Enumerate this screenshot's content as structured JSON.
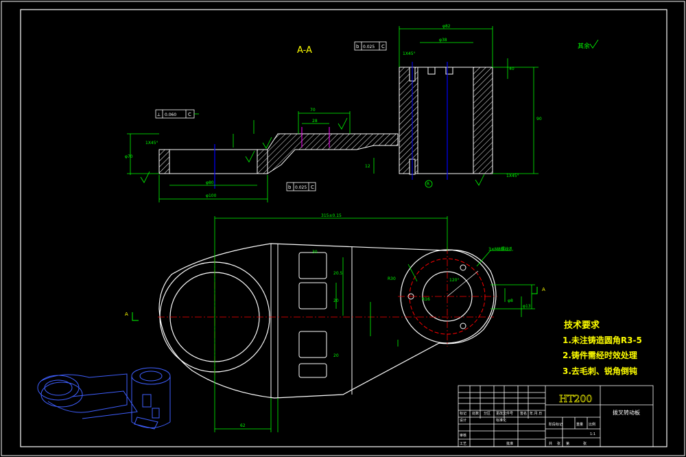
{
  "drawing": {
    "section_label": "A-A",
    "detail_label": "R",
    "view_marker_left": "A",
    "view_marker_right": "A"
  },
  "tolerance_frames": [
    {
      "symbol": "⟂",
      "value": "0.060",
      "datum": "C"
    },
    {
      "symbol": "b",
      "value": "0.025",
      "datum": "C"
    },
    {
      "symbol": "b",
      "value": "0.025",
      "datum": "C"
    }
  ],
  "roughness_note": "其余",
  "tech_requirements": {
    "title": "技术要求",
    "items": [
      "1.未注铸造圆角R3-5",
      "2.铸件需经时效处理",
      "3.去毛刺、锐角倒钝"
    ]
  },
  "title_block": {
    "material": "HT200",
    "part_name": "拨叉转动板",
    "header_cells": [
      "标记",
      "处数",
      "分区",
      "更改文件号",
      "签名",
      "年.月.日"
    ],
    "row_labels": [
      "设计",
      "标准化",
      "审核",
      "工艺",
      "批准"
    ],
    "stage_label": "阶段标记",
    "weight_label": "重量",
    "scale_label": "比例",
    "scale_value": "1:1",
    "sheet_labels": [
      "共",
      "张",
      "第",
      "张"
    ]
  },
  "colors": {
    "background": "#000000",
    "outline": "#ffffff",
    "dimension": "#00ff00",
    "centerline": "#0000ff",
    "hatch": "#ffffff",
    "text": "#ffff00",
    "arcs": "#ff0000",
    "iso_view": "#3f5fff"
  }
}
